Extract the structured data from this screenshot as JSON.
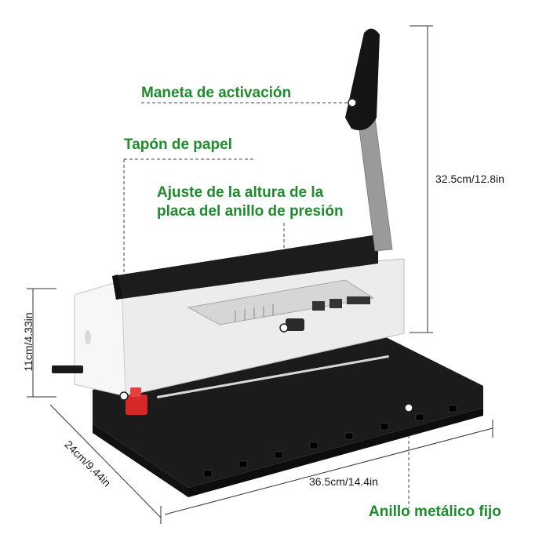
{
  "callouts": {
    "activation_handle": "Maneta de activación",
    "paper_stop": "Tapón de papel",
    "pressure_plate_line1": "Ajuste de la altura de la",
    "pressure_plate_line2": "placa del anillo de presión",
    "fixed_metal_ring": "Anillo metálico fijo"
  },
  "dimensions": {
    "height_total": "32.5cm/12.8in",
    "height_body": "11cm/4.33in",
    "depth": "24cm/9.44in",
    "width": "36.5cm/14.4in"
  },
  "colors": {
    "callout_text": "#1f8a2e",
    "machine_black": "#1b1b1b",
    "machine_white": "#eeeeee",
    "accent_red": "#d62828"
  }
}
